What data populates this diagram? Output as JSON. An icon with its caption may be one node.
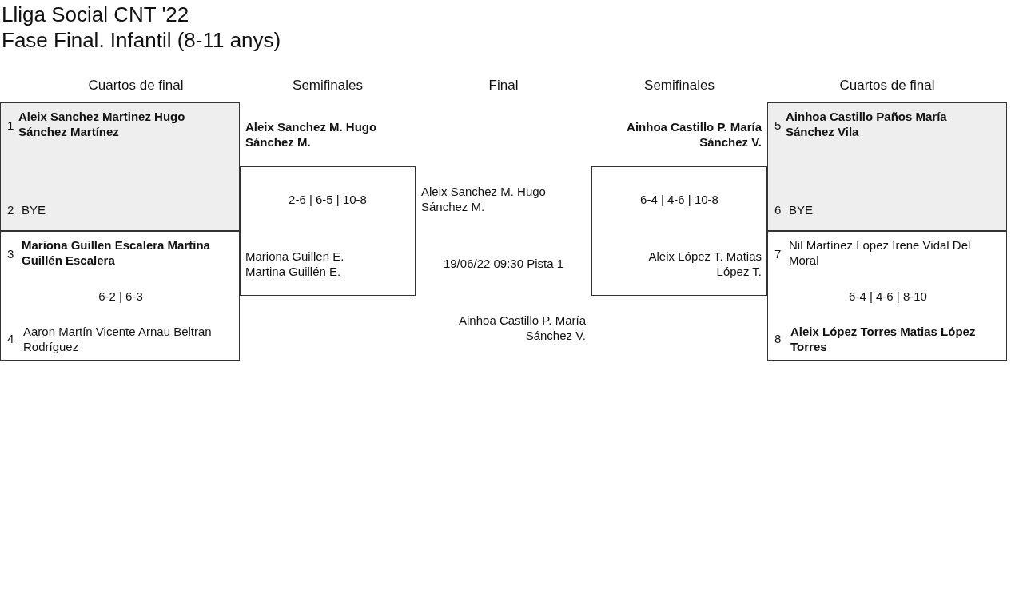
{
  "diagram": {
    "title": "Lliga Social CNT '22",
    "nodes": [
      {
        "text": [
          "1",
          "Aleix Sanchez Martinez Hugo Sánchez Martínez",
          "2",
          "BYE"
        ]
      },
      {
        "text": [
          "3",
          "Mariona Guillen Escalera Martina Guillén Escalera",
          "6-2 | 6-3",
          "4",
          "Aaron Martín Vicente Arnau Beltran Rodríguez"
        ]
      },
      {
        "text": [
          "Aleix Sanchez M. Hugo Sánchez M.",
          "2-6 | 6-5 | 10-8",
          "Mariona Guillen E. Martina Guillén E."
        ]
      },
      {
        "text": [
          "Aleix Sanchez M. Hugo Sánchez M.",
          "19/06/22 09:30 Pista 1",
          "Ainhoa Castillo P. María Sánchez V."
        ]
      },
      {
        "text": [
          "Ainhoa Castillo P. María Sánchez V.",
          "6-4 | 4-6 | 10-8",
          "Aleix López T. Matias López T."
        ]
      },
      {
        "text": [
          "5",
          "Ainhoa Castillo Paños María Sánchez Vila",
          "6",
          "BYE"
        ]
      },
      {
        "text": [
          "7",
          "Nil Martínez Lopez Irene Vidal Del Moral",
          "6-4 | 4-6 | 8-10",
          "8",
          "Aleix López Torres Matias López Torres"
        ]
      }
    ],
    "labels": [
      "Fase Final. Infantil (8-11 anys)",
      "Cuartos de final",
      "Semifinales",
      "Final",
      "Semifinales",
      "Cuartos de final"
    ]
  }
}
